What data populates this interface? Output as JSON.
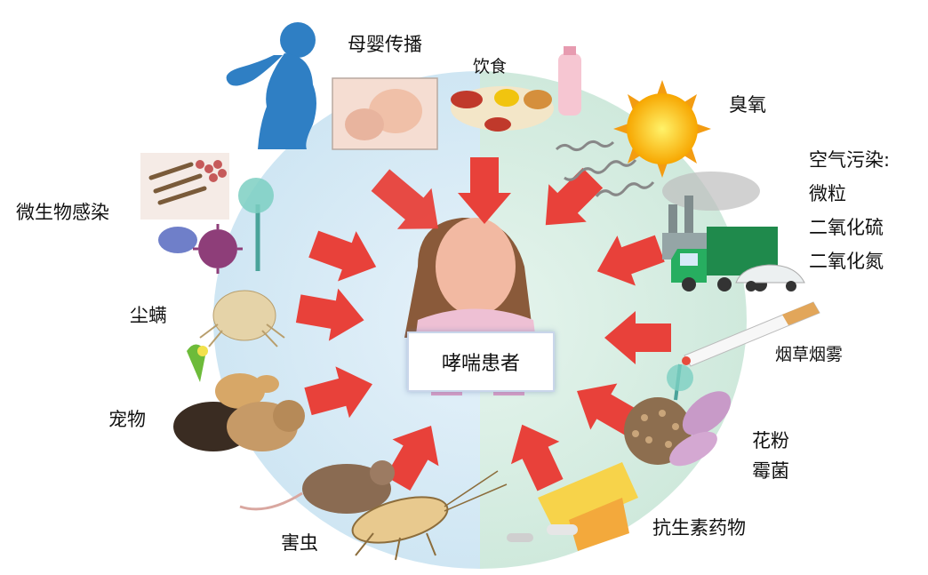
{
  "center_label": "哮喘患者",
  "factors": {
    "mother_infant": "母婴传播",
    "diet": "饮食",
    "ozone": "臭氧",
    "air_pollution": {
      "title": "空气污染:",
      "items": [
        "微粒",
        "二氧化硫",
        "二氧化氮"
      ]
    },
    "tobacco": "烟草烟雾",
    "pollen": "花粉",
    "mold": "霉菌",
    "antibiotics": "抗生素药物",
    "pests": "害虫",
    "pets": "宠物",
    "dust_mites": "尘螨",
    "microbial": "微生物感染"
  },
  "colors": {
    "arrow_red": "#e8413a",
    "background_left": "#dcecf6",
    "background_right": "#dff0e8",
    "silhouette_blue": "#2f7fc4"
  },
  "icons": [
    "pregnant-silhouette-icon",
    "breastfeeding-icon",
    "food-icon",
    "sun-icon",
    "factory-truck-icon",
    "cigarette-icon",
    "pollen-mold-icon",
    "pill-bottle-icon",
    "cockroach-mouse-icon",
    "dog-cat-bird-icon",
    "dust-mite-icon",
    "microbe-icon",
    "patient-icon"
  ]
}
